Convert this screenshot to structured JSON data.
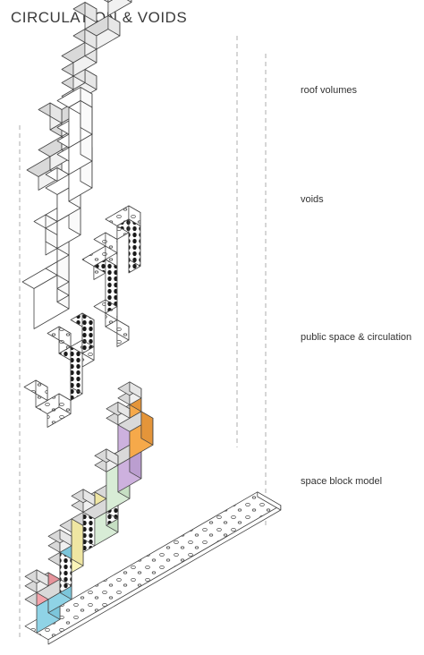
{
  "title": "CIRCULATION & VOIDS",
  "layers": [
    {
      "id": "roof",
      "label": "roof volumes"
    },
    {
      "id": "voids",
      "label": "voids"
    },
    {
      "id": "public",
      "label": "public space & circulation"
    },
    {
      "id": "space",
      "label": "space block model"
    }
  ],
  "colors": {
    "roof_top": "#d9d9d9",
    "roof_side": "#f1f1f1",
    "void_face": "#ffffff",
    "pink": "#f4a3aa",
    "blue": "#8fd3e6",
    "yellow": "#fbf5b8",
    "green": "#d8ecd6",
    "purple": "#cdb1de",
    "orange": "#f6a94a",
    "line": "#444444"
  }
}
